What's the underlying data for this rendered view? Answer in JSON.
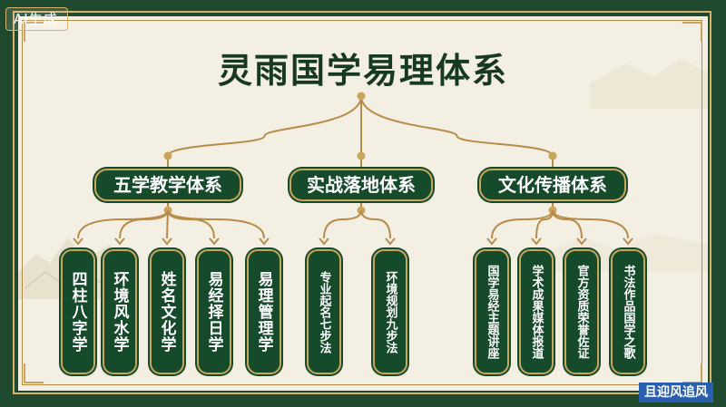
{
  "badge": "AI生成",
  "title": "灵雨国学易理体系",
  "categories": [
    {
      "label": "五学教学体系",
      "items": [
        "四柱八字学",
        "环境风水学",
        "姓名文化学",
        "易经择日学",
        "易理管理学"
      ]
    },
    {
      "label": "实战落地体系",
      "items": [
        "专业起名七步法",
        "环境规划九步法"
      ]
    },
    {
      "label": "文化传播体系",
      "items": [
        "国学易经主题讲座",
        "学术成果媒体报道",
        "官方资质荣誉佐证",
        "书法作品国学之歌"
      ]
    }
  ],
  "watermark": "且迎风追风",
  "colors": {
    "dark_green": "#154a2b",
    "gold": "#c9a45c",
    "paper": "#f3efe2"
  }
}
